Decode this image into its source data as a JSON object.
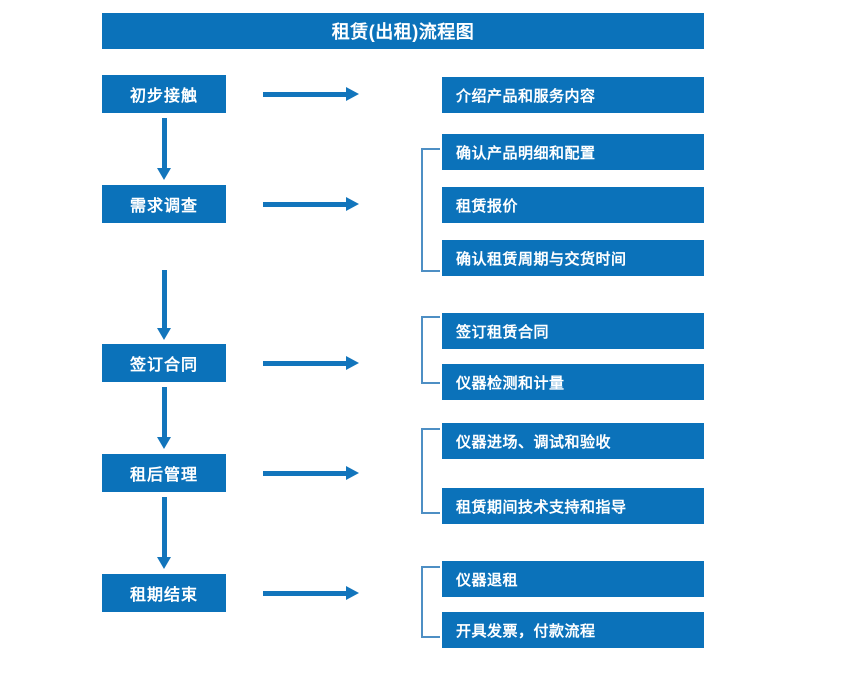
{
  "diagram": {
    "title": "租赁(出租)流程图",
    "colors": {
      "box_blue": "#0B72BA",
      "arrow_blue": "#1275BC",
      "bracket_blue": "#4E8FC4",
      "text_white": "#FFFFFF",
      "background": "#FFFFFF"
    },
    "stages": [
      {
        "label": "初步接触"
      },
      {
        "label": "需求调查"
      },
      {
        "label": "签订合同"
      },
      {
        "label": "租后管理"
      },
      {
        "label": "租期结束"
      }
    ],
    "details": [
      {
        "label": "介绍产品和服务内容"
      },
      {
        "label": "确认产品明细和配置"
      },
      {
        "label": "租赁报价"
      },
      {
        "label": "确认租赁周期与交货时间"
      },
      {
        "label": "签订租赁合同"
      },
      {
        "label": "仪器检测和计量"
      },
      {
        "label": "仪器进场、调试和验收"
      },
      {
        "label": "租赁期间技术支持和指导"
      },
      {
        "label": "仪器退租"
      },
      {
        "label": "开具发票，付款流程"
      }
    ],
    "flow": [
      {
        "stage": "初步接触",
        "outputs": [
          "介绍产品和服务内容"
        ]
      },
      {
        "stage": "需求调查",
        "outputs": [
          "确认产品明细和配置",
          "租赁报价",
          "确认租赁周期与交货时间"
        ]
      },
      {
        "stage": "签订合同",
        "outputs": [
          "签订租赁合同",
          "仪器检测和计量"
        ]
      },
      {
        "stage": "租后管理",
        "outputs": [
          "仪器进场、调试和验收",
          "租赁期间技术支持和指导"
        ]
      },
      {
        "stage": "租期结束",
        "outputs": [
          "仪器退租",
          "开具发票，付款流程"
        ]
      }
    ]
  }
}
